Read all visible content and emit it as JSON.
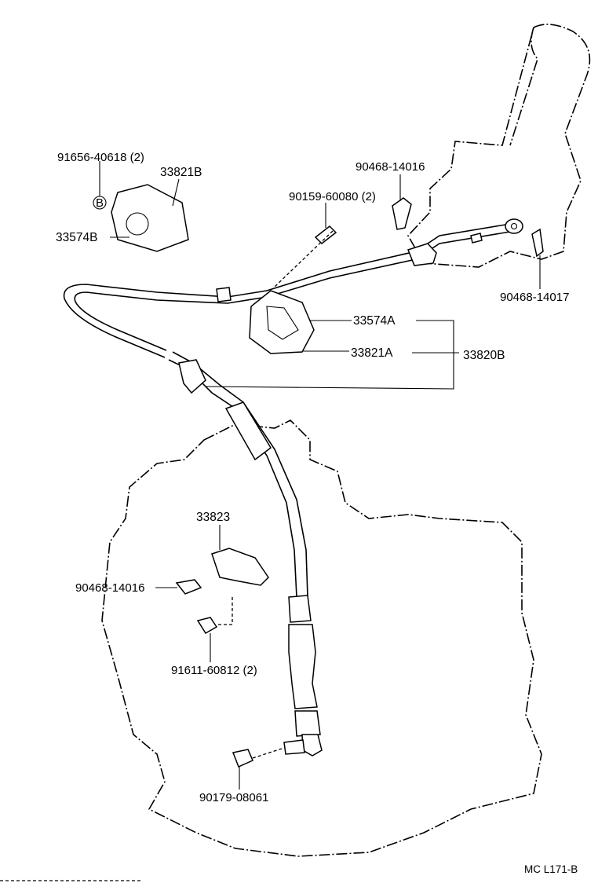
{
  "diagram": {
    "parts": [
      {
        "id": "p91656",
        "number": "91656-40618 (2)"
      },
      {
        "id": "p33821B",
        "number": "33821B"
      },
      {
        "id": "p33574B",
        "number": "33574B"
      },
      {
        "id": "p90468a",
        "number": "90468-14016"
      },
      {
        "id": "p90159",
        "number": "90159-60080 (2)"
      },
      {
        "id": "p90468b",
        "number": "90468-14017"
      },
      {
        "id": "p33574A",
        "number": "33574A"
      },
      {
        "id": "p33821A",
        "number": "33821A"
      },
      {
        "id": "p33820B",
        "number": "33820B"
      },
      {
        "id": "p33823",
        "number": "33823"
      },
      {
        "id": "p90468c",
        "number": "90468-14016"
      },
      {
        "id": "p91611",
        "number": "91611-60812 (2)"
      },
      {
        "id": "p90179",
        "number": "90179-08061"
      }
    ],
    "callout_letter": "B",
    "footer_code": "MC L171-B"
  }
}
